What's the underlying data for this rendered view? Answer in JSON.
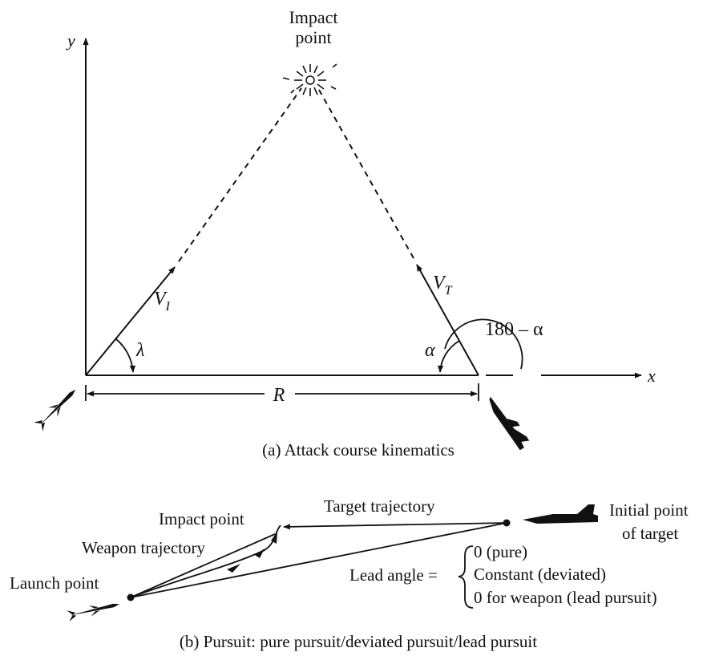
{
  "diagram_a": {
    "axis_y": "y",
    "axis_x": "x",
    "impact_line1": "Impact",
    "impact_line2": "point",
    "v_i": "V",
    "v_i_sub": "I",
    "v_t": "V",
    "v_t_sub": "T",
    "lambda": "λ",
    "alpha": "α",
    "angle_180": "180 – α",
    "angle_180_alpha": "",
    "range": "R",
    "caption": "(a) Attack course kinematics"
  },
  "diagram_b": {
    "impact_point": "Impact point",
    "target_trajectory": "Target trajectory",
    "initial_point_line1": "Initial point",
    "initial_point_line2": "of target",
    "weapon_trajectory": "Weapon trajectory",
    "launch_point": "Launch point",
    "lead_angle": "Lead angle =",
    "lead_options": [
      "0 (pure)",
      "Constant (deviated)",
      "0 for weapon (lead pursuit)"
    ],
    "caption": "(b) Pursuit: pure pursuit/deviated pursuit/lead pursuit"
  }
}
